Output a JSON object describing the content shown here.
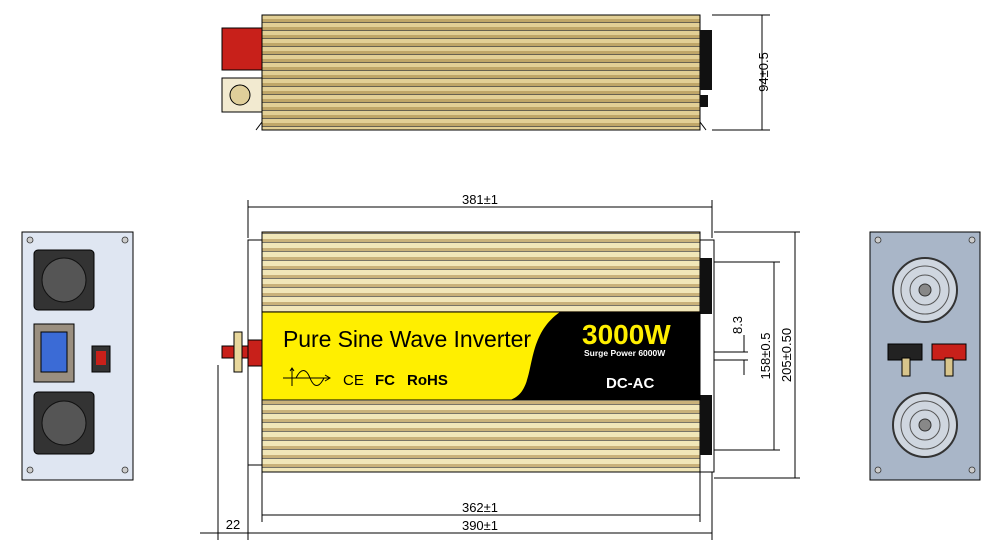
{
  "label": {
    "title": "Pure Sine Wave Inverter",
    "power": "3000W",
    "surge": "Surge Power 6000W",
    "type": "DC-AC",
    "certs": [
      "CE",
      "FC",
      "RoHS"
    ]
  },
  "dimensions": {
    "height_top": "94±0.5",
    "length_body": "381±1",
    "length_inner": "362±1",
    "length_total": "390±1",
    "terminal_offset": "22",
    "slot": "8.3",
    "width_inner": "158±0.5",
    "width_total": "205±0.50"
  },
  "colors": {
    "fin": "#d8c58c",
    "fin_light": "#f1e7b8",
    "label_yellow": "#ffef00",
    "label_black": "#000000",
    "terminal_red": "#c8201a",
    "end_panel_left": "#dfe6f2",
    "end_panel_right": "#a9b6c8"
  }
}
